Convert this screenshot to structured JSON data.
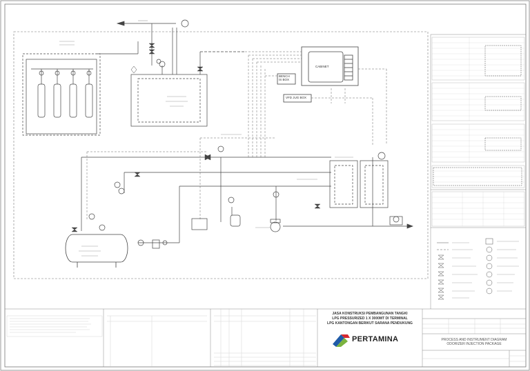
{
  "project": {
    "line1": "JASA KONSTRUKSI PEMBANGUNAN TANGKI",
    "line2": "LPG PRESSURIZED 1 X 3000MT DI TERMINAL",
    "line3": "LPG KANTONGAN BERIKUT SARANA PENDUKUNG"
  },
  "brand": {
    "name": "PERTAMINA",
    "colors": {
      "blue": "#1f5ba8",
      "red": "#d6282f",
      "green": "#7bb33f"
    }
  },
  "drawing": {
    "title_line1": "PROCESS AND INSTRUMENT DIAGRAM",
    "title_line2": "ODORIZER INJECTION PACKAGE"
  },
  "equipment": {
    "cabinet": "CABINET",
    "bench": "BENCH",
    "bench_sub": "IS BOX",
    "vfd": "VFD JUG BOX"
  },
  "colors": {
    "line": "#444444",
    "dash": "#666666",
    "frame": "#888888"
  }
}
